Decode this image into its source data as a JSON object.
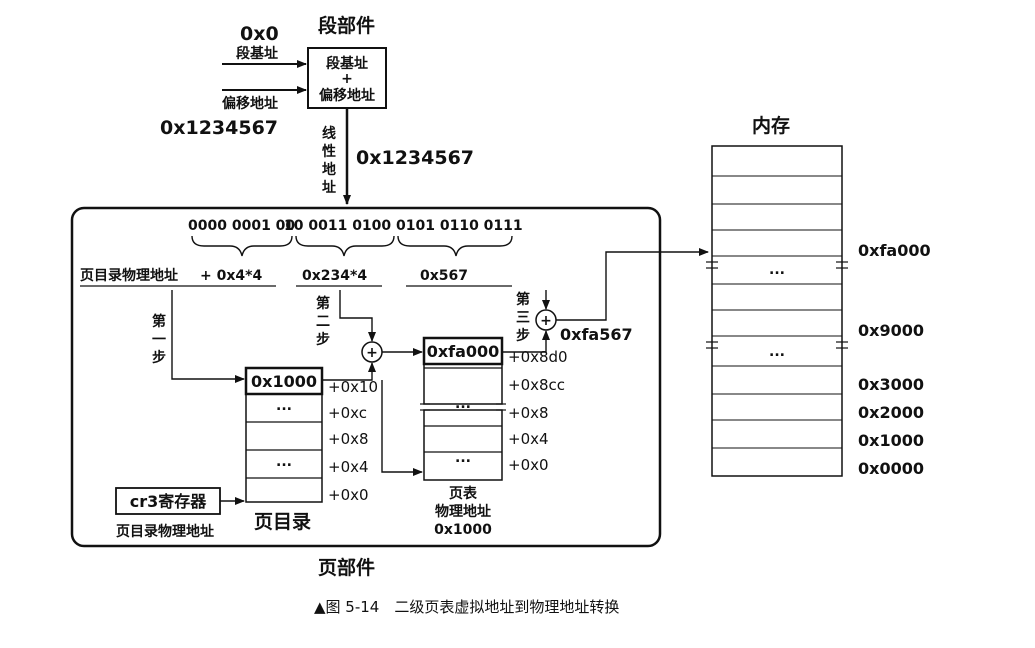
{
  "segment_unit": {
    "title": "段部件",
    "base_value": "0x0",
    "base_label": "段基址",
    "offset_label": "偏移地址",
    "offset_value": "0x1234567",
    "box_line1": "段基址",
    "box_line2": "+",
    "box_line3": "偏移地址"
  },
  "linear": {
    "label_chars": [
      "线",
      "性",
      "地",
      "址"
    ],
    "value": "0x1234567"
  },
  "page_unit": {
    "title": "页部件",
    "bits_g1": "0000 0001 00",
    "bits_g2": "10 0011 0100",
    "bits_g3": "0101 0110 0111",
    "dir_calc_left": "页目录物理地址",
    "dir_calc_right": "+ 0x4*4",
    "table_calc": "0x234*4",
    "offset_calc": "0x567",
    "step1": [
      "第",
      "一",
      "步"
    ],
    "step2": [
      "第",
      "二",
      "步"
    ],
    "step3": [
      "第",
      "三",
      "步"
    ],
    "plus_symbol": "+",
    "result_addr": "0xfa567"
  },
  "page_directory": {
    "title": "页目录",
    "cells": [
      "0x1000",
      "...",
      "",
      "...",
      ""
    ],
    "offsets": [
      "+0x10",
      "+0xc",
      "+0x8",
      "+0x4",
      "+0x0"
    ]
  },
  "cr3": {
    "label": "cr3寄存器",
    "caption": "页目录物理地址"
  },
  "page_table": {
    "cells": [
      "0xfa000",
      "",
      "...",
      "",
      "..."
    ],
    "offsets": [
      "+0x8d0",
      "+0x8cc",
      "+0x8",
      "+0x4",
      "+0x0"
    ],
    "caption_line1": "页表",
    "caption_line2": "物理地址",
    "caption_line3": "0x1000"
  },
  "memory": {
    "title": "内存",
    "ellipsis": "...",
    "addresses": [
      "0xfa000",
      "0x9000",
      "0x3000",
      "0x2000",
      "0x1000",
      "0x0000"
    ]
  },
  "figure_caption": "▲图 5-14　二级页表虚拟地址到物理地址转换"
}
